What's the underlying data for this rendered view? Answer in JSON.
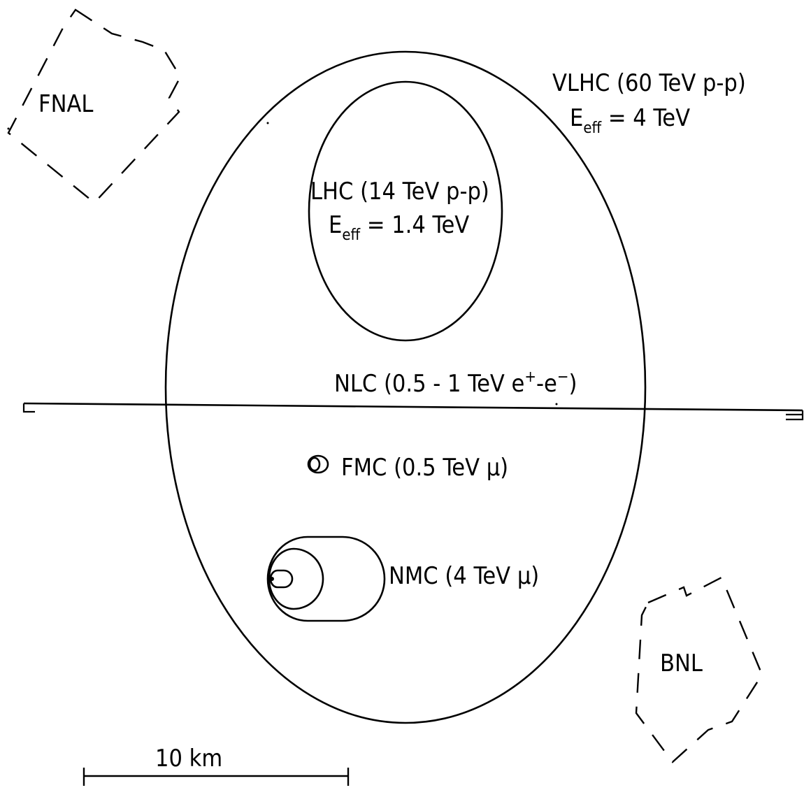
{
  "labels": {
    "fnal": "FNAL",
    "bnl": "BNL",
    "vlhc_line1": "VLHC (60 TeV p-p)",
    "vlhc_eff_prefix": "E",
    "vlhc_eff_sub": "eff",
    "vlhc_eff_value": " = 4 TeV",
    "lhc_line1": "LHC (14 TeV p-p)",
    "lhc_eff_prefix": "E",
    "lhc_eff_sub": "eff",
    "lhc_eff_value": " = 1.4 TeV",
    "nlc_prefix": "NLC (0.5 - 1 TeV e",
    "nlc_sup1": "+",
    "nlc_mid": "-e",
    "nlc_sup2": "−",
    "nlc_suffix": ")",
    "fmc": "FMC (0.5 TeV μ)",
    "nmc": "NMC (4 TeV μ)",
    "scale": "10 km"
  },
  "colors": {
    "ink": "#000000",
    "background": "#ffffff"
  }
}
